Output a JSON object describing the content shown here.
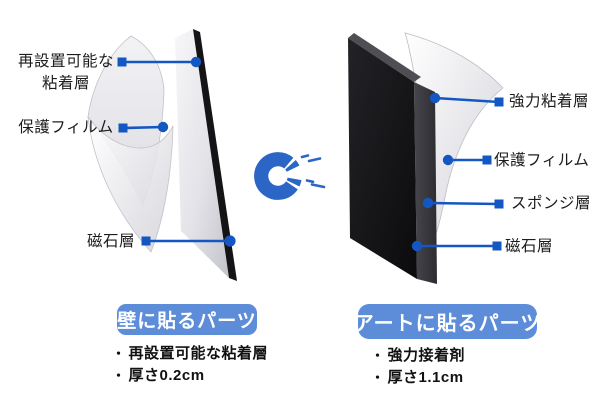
{
  "colors": {
    "accent_blue": "#1557c2",
    "badge_blue": "#5d8dd9",
    "magnet_blue": "#2b66c6",
    "panel_black": "#141416",
    "panel_grey": "#d9d9df"
  },
  "icons": {
    "magnet": "horseshoe-magnet-icon"
  },
  "left_part": {
    "callouts": [
      {
        "line1": "再設置可能な",
        "line2": "粘着層"
      },
      {
        "label": "保護フィルム"
      },
      {
        "label": "磁石層"
      }
    ],
    "badge": "壁に貼るパーツ",
    "bullets": [
      {
        "marker": "・",
        "text": "再設置可能な粘着層"
      },
      {
        "marker": "・",
        "text": "厚さ0.2cm"
      }
    ]
  },
  "right_part": {
    "callouts": [
      {
        "label": "強力粘着層"
      },
      {
        "label": "保護フィルム"
      },
      {
        "label": "スポンジ層"
      },
      {
        "label": "磁石層"
      }
    ],
    "badge": "アートに貼るパーツ",
    "bullets": [
      {
        "marker": "・",
        "text": "強力接着剤"
      },
      {
        "marker": "・",
        "text": "厚さ1.1cm"
      }
    ]
  }
}
